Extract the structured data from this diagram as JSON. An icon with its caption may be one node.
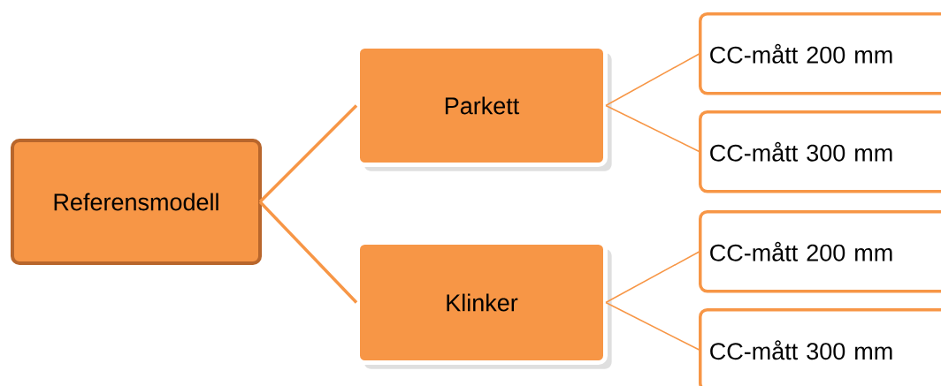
{
  "diagram": {
    "nodes": [
      {
        "text": [
          "Referensmodell"
        ]
      },
      {
        "text": [
          "Parkett"
        ]
      },
      {
        "text": [
          "Klinker"
        ]
      },
      {
        "text": [
          "CC-mått 200 mm"
        ]
      },
      {
        "text": [
          "CC-mått 300 mm"
        ]
      },
      {
        "text": [
          "CC-mått 200 mm"
        ]
      },
      {
        "text": [
          "CC-mått 300 mm"
        ]
      }
    ],
    "edges": [
      {
        "from": 0,
        "to": 1,
        "arrow": "none",
        "style": "thick"
      },
      {
        "from": 0,
        "to": 2,
        "arrow": "none",
        "style": "thick"
      },
      {
        "from": 1,
        "to": 3,
        "arrow": "none"
      },
      {
        "from": 1,
        "to": 4,
        "arrow": "none"
      },
      {
        "from": 2,
        "to": 5,
        "arrow": "none"
      },
      {
        "from": 2,
        "to": 6,
        "arrow": "none"
      }
    ]
  }
}
